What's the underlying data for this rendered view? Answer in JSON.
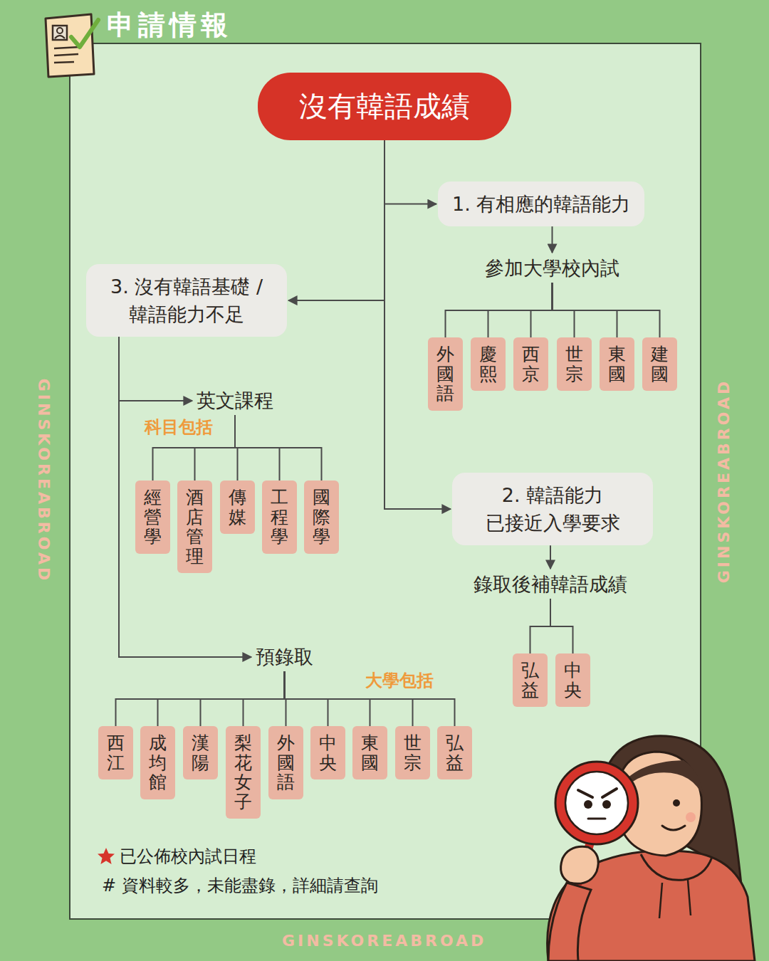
{
  "diagram": {
    "title": "申請情報",
    "nodes": [
      {
        "text": [
          "沒有韓語成績"
        ]
      },
      {
        "text": [
          "1. 有相應的韓語能力"
        ]
      },
      {
        "text": [
          "參加大學校內試"
        ]
      },
      {
        "text": [
          "外國語"
        ]
      },
      {
        "text": [
          "慶熙"
        ]
      },
      {
        "text": [
          "西京"
        ]
      },
      {
        "text": [
          "世宗"
        ]
      },
      {
        "text": [
          "東國"
        ]
      },
      {
        "text": [
          "建國"
        ]
      },
      {
        "text": [
          "3. 沒有韓語基礎 / 韓語能力不足"
        ]
      },
      {
        "text": [
          "英文課程"
        ]
      },
      {
        "text": [
          "經營學"
        ]
      },
      {
        "text": [
          "酒店管理"
        ]
      },
      {
        "text": [
          "傳媒"
        ]
      },
      {
        "text": [
          "工程學"
        ]
      },
      {
        "text": [
          "國際學"
        ]
      },
      {
        "text": [
          "2. 韓語能力 已接近入學要求"
        ]
      },
      {
        "text": [
          "錄取後補韓語成績"
        ]
      },
      {
        "text": [
          "弘益"
        ]
      },
      {
        "text": [
          "中央"
        ]
      },
      {
        "text": [
          "預錄取"
        ]
      },
      {
        "text": [
          "西江"
        ]
      },
      {
        "text": [
          "成均館"
        ]
      },
      {
        "text": [
          "漢陽"
        ]
      },
      {
        "text": [
          "梨花女子"
        ]
      },
      {
        "text": [
          "外國語"
        ]
      },
      {
        "text": [
          "中央"
        ]
      },
      {
        "text": [
          "東國"
        ]
      },
      {
        "text": [
          "世宗"
        ]
      },
      {
        "text": [
          "弘益"
        ]
      }
    ],
    "edges": [
      {
        "from": 0,
        "to": 1,
        "arrow": "to"
      },
      {
        "from": 0,
        "to": 9,
        "arrow": "to"
      },
      {
        "from": 0,
        "to": 16,
        "arrow": "to"
      },
      {
        "from": 1,
        "to": 2,
        "arrow": "to"
      },
      {
        "from": 2,
        "to": 3,
        "arrow": "none"
      },
      {
        "from": 2,
        "to": 4,
        "arrow": "none"
      },
      {
        "from": 2,
        "to": 5,
        "arrow": "none"
      },
      {
        "from": 2,
        "to": 6,
        "arrow": "none"
      },
      {
        "from": 2,
        "to": 7,
        "arrow": "none"
      },
      {
        "from": 2,
        "to": 8,
        "arrow": "none"
      },
      {
        "from": 9,
        "to": 10,
        "arrow": "to"
      },
      {
        "from": 10,
        "to": 11,
        "arrow": "none"
      },
      {
        "from": 10,
        "to": 12,
        "arrow": "none"
      },
      {
        "from": 10,
        "to": 13,
        "arrow": "none"
      },
      {
        "from": 10,
        "to": 14,
        "arrow": "none"
      },
      {
        "from": 10,
        "to": 15,
        "arrow": "none"
      },
      {
        "from": 16,
        "to": 17,
        "arrow": "to"
      },
      {
        "from": 17,
        "to": 18,
        "arrow": "none"
      },
      {
        "from": 17,
        "to": 19,
        "arrow": "none"
      },
      {
        "from": 9,
        "to": 20,
        "arrow": "to"
      },
      {
        "from": 20,
        "to": 21,
        "arrow": "none"
      },
      {
        "from": 20,
        "to": 22,
        "arrow": "none"
      },
      {
        "from": 20,
        "to": 23,
        "arrow": "none"
      },
      {
        "from": 20,
        "to": 24,
        "arrow": "none"
      },
      {
        "from": 20,
        "to": 25,
        "arrow": "none"
      },
      {
        "from": 20,
        "to": 26,
        "arrow": "none"
      },
      {
        "from": 20,
        "to": 27,
        "arrow": "none"
      },
      {
        "from": 20,
        "to": 28,
        "arrow": "none"
      },
      {
        "from": 20,
        "to": 29,
        "arrow": "none"
      }
    ],
    "labels": [
      "科目包括",
      "大學包括",
      "# 資料較多，未能盡錄，詳細請查詢",
      "GINSKOREABROAD",
      "GINSKOREABROAD",
      "GINSKOREABROAD"
    ],
    "legend": [
      {
        "text": "已公佈校內試日程"
      }
    ]
  }
}
